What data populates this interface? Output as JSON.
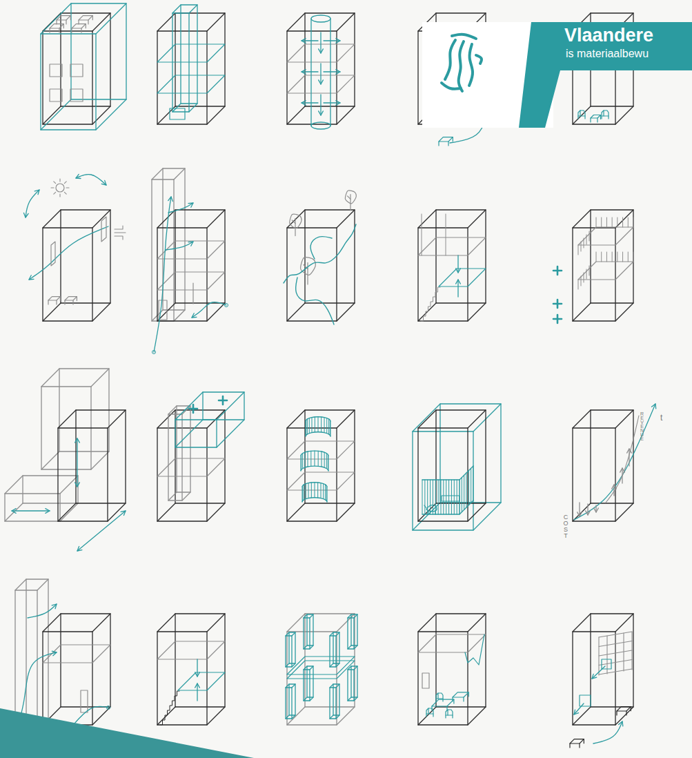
{
  "diagram": {
    "labels": [
      "Vlaandere",
      "is materiaalbewu",
      "COST",
      "REVENUE",
      "t"
    ]
  }
}
